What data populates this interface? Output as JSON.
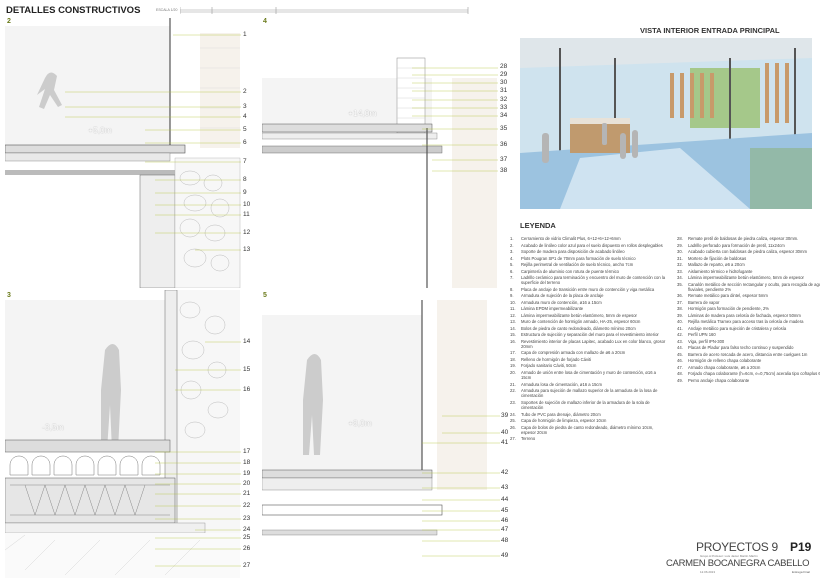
{
  "header": {
    "title": "DETALLES CONSTRUCTIVOS",
    "scale": "ESCALA 1/20"
  },
  "panels": [
    {
      "number": "2",
      "level": "+5,0m",
      "callouts": [
        "1",
        "2",
        "3",
        "4",
        "5",
        "6",
        "7",
        "8",
        "9",
        "10",
        "11",
        "12",
        "13"
      ]
    },
    {
      "number": "4",
      "level": "+14,0m",
      "callouts": [
        "28",
        "29",
        "30",
        "31",
        "32",
        "33",
        "34",
        "35",
        "36",
        "37",
        "38"
      ]
    },
    {
      "number": "3",
      "level": "-3,5m",
      "callouts": [
        "14",
        "15",
        "16",
        "17",
        "18",
        "19",
        "20",
        "21",
        "22",
        "23",
        "24",
        "25",
        "26",
        "27"
      ]
    },
    {
      "number": "5",
      "level": "+8,0m",
      "callouts": [
        "39",
        "40",
        "41",
        "42",
        "43",
        "44",
        "45",
        "46",
        "47",
        "48",
        "49"
      ]
    }
  ],
  "photo": {
    "title": "VISTA INTERIOR ENTRADA PRINCIPAL"
  },
  "legend": {
    "title": "LEYENDA",
    "items": [
      "Cerramiento de vidrio Climalit Plus, 6+12+6+12+6mm",
      "Acabado de linóleo color azul para el suelo dispuesto en rollos desplegables",
      "Soporte de madera para disposición de acabado linóleo",
      "Plots Pougran SP1 de 70mm para formación de suelo técnico",
      "Rejilla perimetral de ventilación de suelo técnico, ancho 7cm",
      "Carpintería de aluminio con rotura de puente térmico",
      "Ladrillo cerámico para terminación y encuentro del muro de contención con la superficie del terreno",
      "Placa de anclaje de transición entre muro de contención y viga metálica",
      "Armadura de sujeción de la placa de anclaje",
      "Armadura muro de contención, ø16 a 15cm",
      "Lámina EPDM impermeabilizante",
      "Lámina impermeabilizante betún elastómero, 5mm de espesor",
      "Muro de contención de hormigón armado, HA-25, espesor 60cm",
      "Bolos de piedra de canto redondeado, diámetro mínimo 20cm",
      "Estructura de sujeción y separación del muro para el revestimiento interior",
      "Revestimiento interior de placas Lapitec, acabado Lux en color blanco, grosor 20mm",
      "Capa de compresión armada con mallazo de ø6 a 20cm",
      "Relleno de hormigón de forjado Cáviti",
      "Forjado sanitario Cáviti, 50cm",
      "Armado de unión entre losa de cimentación y muro de contención, ø16 a 15cm",
      "Armadura losa de cimentación, ø16 a 15cm",
      "Armadura para sujeción de mallazo superior de la armadura de la losa de cimentación",
      "Soportes de sujeción de mallazo inferior de la armadura de la sola de cimentación",
      "Tubo de PVC para drenaje, diámetro 20cm",
      "Capa de hormigón de limpieza, espesor 10cm",
      "Capa de bolos de piedra de canto redondeado, diámetro mínimo 10cm, espesor 20cm",
      "Terreno",
      "Remate pretil de baldosas de piedra caliza, espesor 30mm.",
      "Ladrillo perforado para formación de pretil, 11x24cm",
      "Acabado cubierta con baldosas de piedra caliza, espesor 30mm",
      "Mortero de fijación de baldosas",
      "Mallazo de reparto, ø6 a 20cm",
      "Aislamiento térmico e hidrofugante",
      "Lámina impermeabilizante betún elastómero, 5mm de espesor",
      "Canalón metálico de sección rectangular y oculto, para recogida de aguas fluviales, pendiente 2%",
      "Remate metálico para dintel, espesor 5mm",
      "Barrera de vapor",
      "Hormigón para formación de pendiente, 2%",
      "Láminas de madera para celosía de fachada, espesor 50mm",
      "Rejilla metálica Tramex para acceso tras la celosía de madera",
      "Anclaje metálico para sujeción de cristalera y celosía",
      "Perfil UPN 160",
      "Viga, perfil IPN-300",
      "Placas de Pladur para falso techo continuo y suspendido",
      "Barrera de acero roscada de acero, distancia entre cuelgues 1m",
      "Hormigón de relleno chapa colaborante",
      "Armado chapa colaborante, ø6 a 20cm",
      "Forjado chapa colaborante (h=6cm, e=0,75cm) aceralia tipo cofraplus 60",
      "Perno anclaje chapa colaborante"
    ]
  },
  "title_block": {
    "course": "PROYECTOS 9",
    "sheet": "P19",
    "author": "CARMEN BOCANEGRA CABELLO",
    "subtitle": "Grupo A    Profesor: Luis Javier Martín Martín",
    "date": "12.06.2013",
    "stage": "Entrega Final"
  },
  "colors": {
    "accent": "#6a7a1a",
    "callout_line": "#b5c43a",
    "sky": "#cfe3ee",
    "floor": "#9cc3e0"
  }
}
